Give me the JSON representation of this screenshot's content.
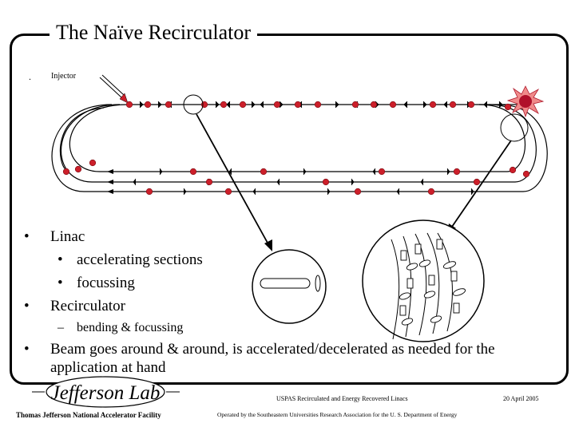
{
  "slide": {
    "title": "The Naïve Recirculator"
  },
  "diagram": {
    "injector_label": "Injector",
    "marker_label": "."
  },
  "bullets": [
    {
      "level": 1,
      "marker": "•",
      "text": "Linac"
    },
    {
      "level": 2,
      "marker": "•",
      "text": "accelerating sections"
    },
    {
      "level": 2,
      "marker": "•",
      "text": "focussing"
    },
    {
      "level": 1,
      "marker": "•",
      "text": "Recirculator"
    },
    {
      "level": 3,
      "marker": "–",
      "text": "bending & focussing"
    },
    {
      "level": 1,
      "marker": "•",
      "text": "Beam goes around & around, is accelerated/decelerated as needed for the application at hand"
    }
  ],
  "footer": {
    "logo_text": "Jefferson Lab",
    "center": "USPAS Recirculated and Energy Recovered Linacs",
    "date": "20 April 2005",
    "facility": "Thomas Jefferson National Accelerator Facility",
    "operated_by": "Operated by the Southeastern Universities Research Association for the U. S. Department of Energy"
  },
  "colors": {
    "magnet_red": "#cc1f2a",
    "line": "#000000",
    "background": "#ffffff"
  }
}
